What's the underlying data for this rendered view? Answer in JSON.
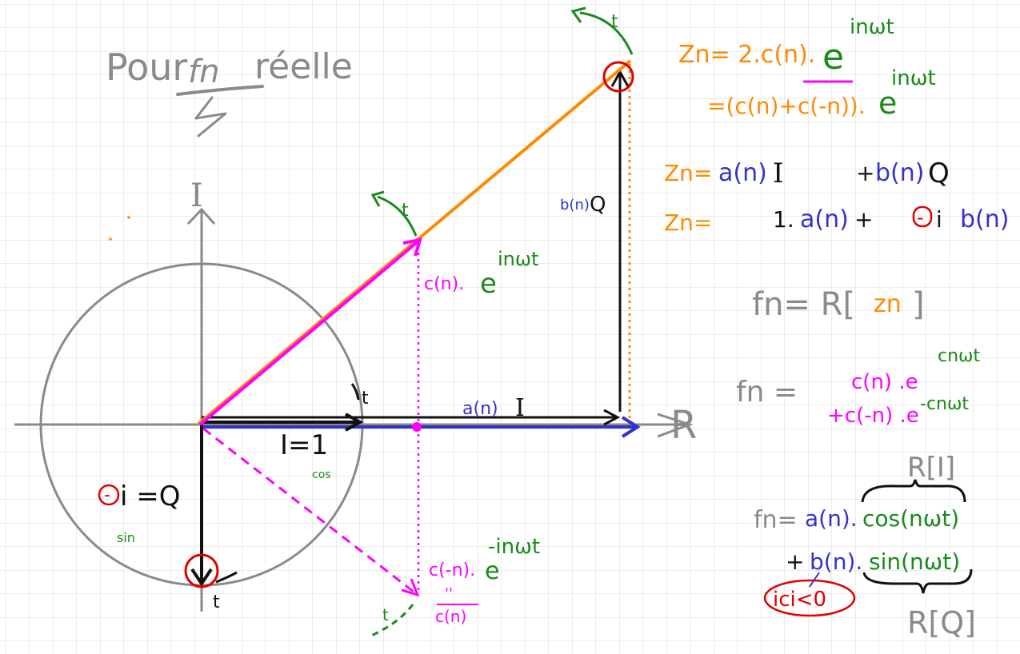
{
  "colors": {
    "grid": "#d9d9d9",
    "gray": "#8a8a8a",
    "black": "#111111",
    "orange": "#ff8a00",
    "magenta": "#ff00ff",
    "blue": "#3333cc",
    "green": "#1a8a1a",
    "red": "#e00000"
  },
  "title": {
    "pour": "Pour",
    "fn": "fn",
    "reelle": "réelle"
  },
  "axes": {
    "imag_label": "I",
    "real_label": "R"
  },
  "left_labels": {
    "unit_I": "I=1",
    "cos": "cos",
    "minus": "-",
    "i_eq_Q": "i =Q",
    "sin": "sin",
    "t": "t"
  },
  "vector_labels": {
    "a_label": "a(n)",
    "a_I": "I",
    "b_label": "b(n)",
    "b_Q": "Q",
    "c_pos": "c(n).",
    "c_pos_e": "e",
    "c_pos_exp": "inωt",
    "c_neg": "c(-n).",
    "c_neg_e": "e",
    "c_neg_exp": "-inωt",
    "conj_marks": "''",
    "c_neg_sub": "c(n)",
    "t": "t"
  },
  "formulas": {
    "zn1_left": "Zn= 2.c(n).",
    "zn1_e": "e",
    "zn1_exp": "inωt",
    "zn2_left": "=(c(n)+c(-n)).",
    "zn2_e": "e",
    "zn2_exp": "inωt",
    "zn3_left": "Zn=",
    "zn3_a": "a(n)",
    "zn3_I": "I",
    "zn3_plus": "+",
    "zn3_b": "b(n)",
    "zn3_Q": "Q",
    "zn4_left": "Zn=",
    "zn4_one": "1.",
    "zn4_a": "a(n)",
    "zn4_plus": "+",
    "zn4_minus": "-",
    "zn4_i": "i",
    "zn4_b": "b(n)",
    "fn_re": "fn= R[",
    "fn_re_zn": "zn",
    "fn_re_close": "]",
    "fn_sum_left": "fn =",
    "fn_sum_1": "c(n) .e",
    "fn_sum_1_exp": "cnωt",
    "fn_sum_2": "+c(-n) .e",
    "fn_sum_2_exp": "-cnωt",
    "fn_cos_left": "fn=",
    "fn_cos_a": "a(n).",
    "fn_cos": "cos(nωt)",
    "R_I": "R[I]",
    "fn_sin_plus": "+",
    "fn_sin_b": "b(n).",
    "fn_sin": "sin(nωt)",
    "R_Q": "R[Q]",
    "ici": "ici<0"
  }
}
